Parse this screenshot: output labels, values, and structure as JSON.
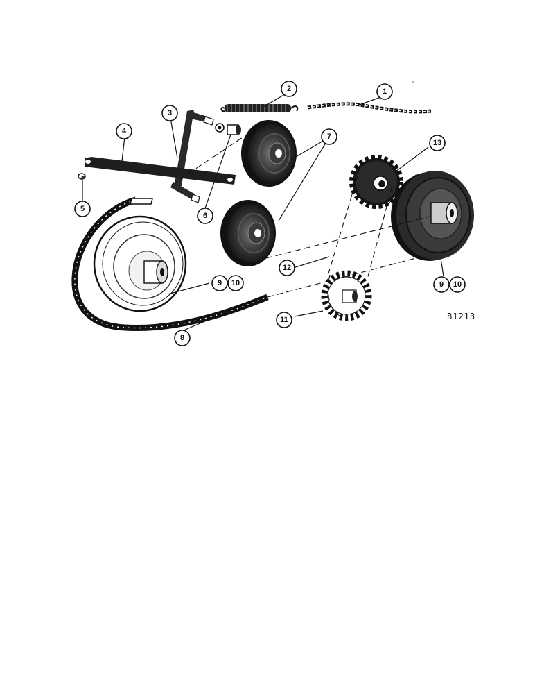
{
  "figure_code": "B1213",
  "callouts": {
    "c1": "1",
    "c2": "2",
    "c3": "3",
    "c4": "4",
    "c5": "5",
    "c6": "6",
    "c7": "7",
    "c8": "8",
    "c9a": "9",
    "c10a": "10",
    "c9b": "9",
    "c10b": "10",
    "c11": "11",
    "c12": "12",
    "c13": "13"
  },
  "colors": {
    "ink": "#111111",
    "background": "#ffffff"
  }
}
